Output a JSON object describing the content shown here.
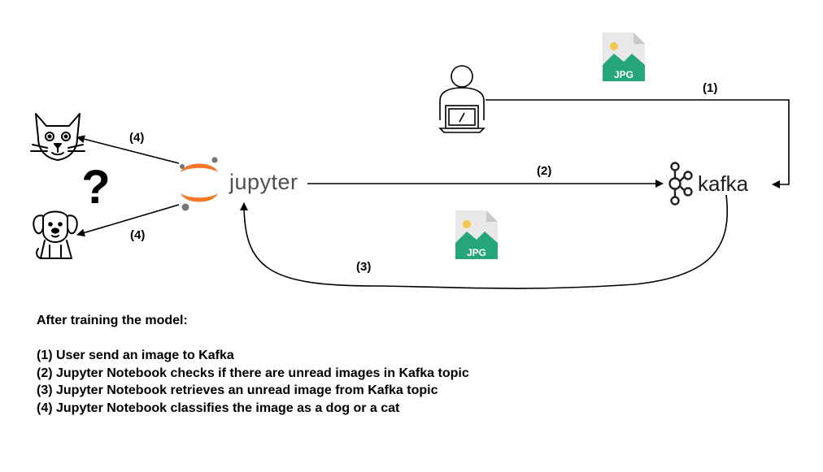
{
  "labels": {
    "step1": "(1)",
    "step2": "(2)",
    "step3": "(3)",
    "step4_cat": "(4)",
    "step4_dog": "(4)"
  },
  "icons": {
    "jpg_top": "JPG",
    "jpg_bottom": "JPG",
    "jupyter_wordmark": "jupyter",
    "kafka_wordmark": "kafka",
    "question_mark": "?"
  },
  "colors": {
    "jpg_green": "#25a57a",
    "jpg_page": "#e8e8e8",
    "jupyter_orange": "#f37726",
    "jupyter_grey": "#767677"
  },
  "notes": {
    "heading": "After training the model:",
    "items": [
      "(1) User send an image to Kafka",
      "(2) Jupyter Notebook checks if there are unread images in Kafka topic",
      "(3) Jupyter Notebook retrieves an unread image from Kafka topic",
      "(4) Jupyter Notebook classifies the image as a dog or a cat"
    ]
  }
}
